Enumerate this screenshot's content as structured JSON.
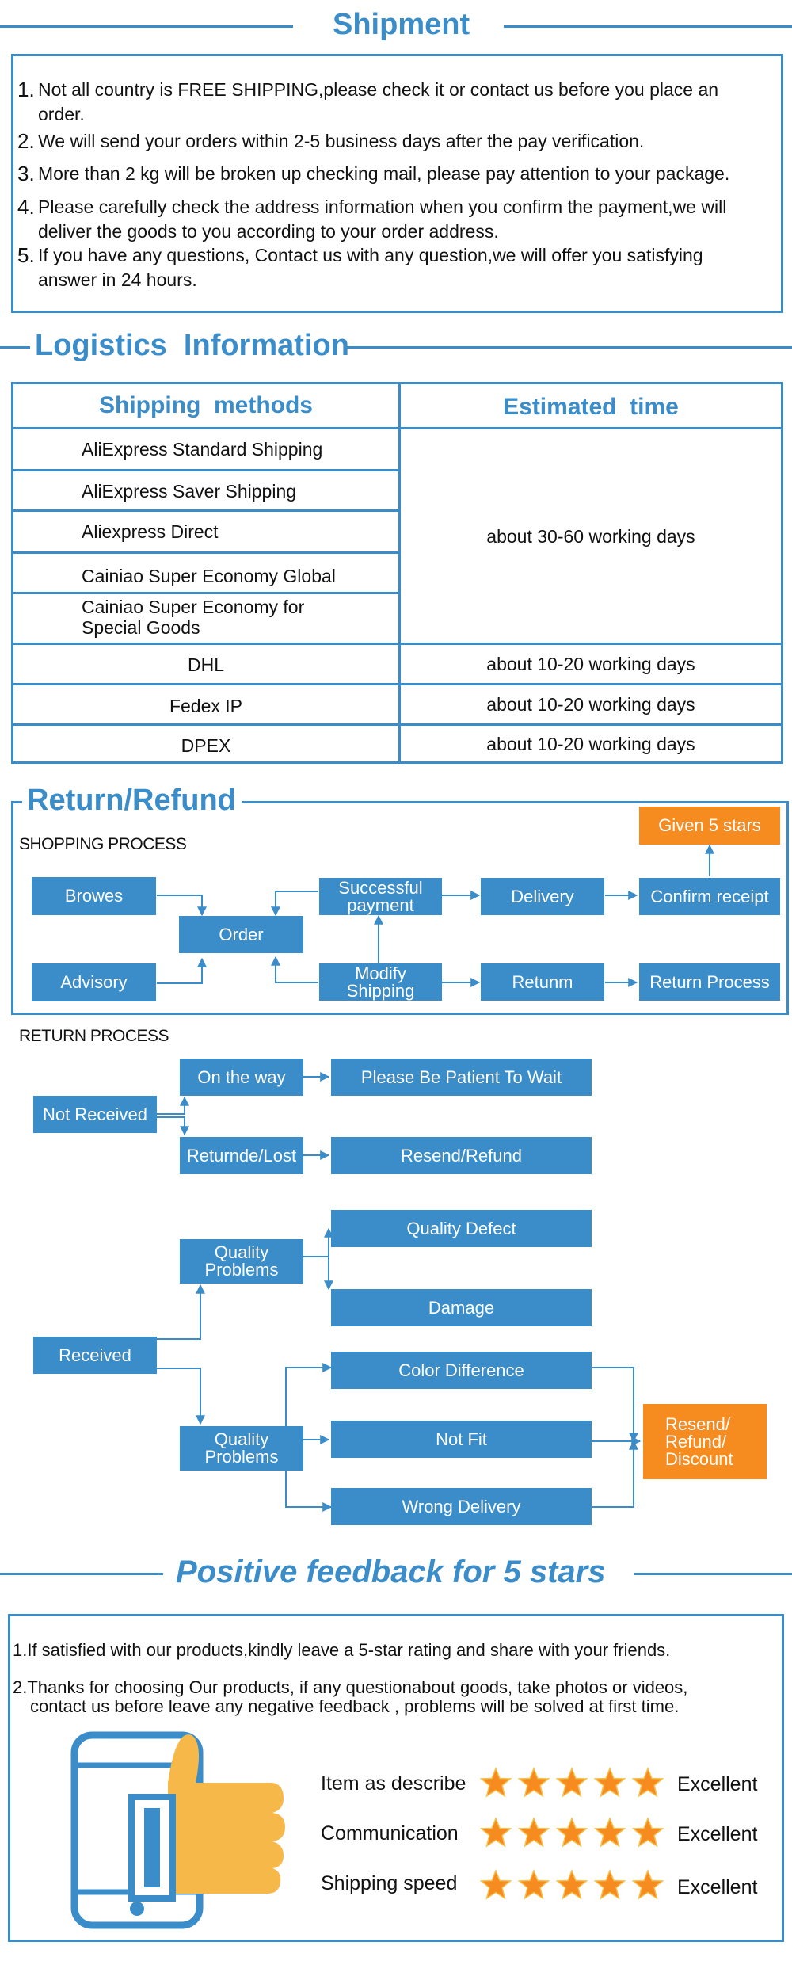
{
  "shipment": {
    "title": "Shipment",
    "items": [
      {
        "num": "1.",
        "text": "Not all country is FREE SHIPPING,please check it or contact us before you place an",
        "text2": "order."
      },
      {
        "num": "2.",
        "text": "We will send your orders within 2-5 business days after the pay verification.",
        "text2": ""
      },
      {
        "num": "3.",
        "text": "More than 2 kg will be broken up checking mail, please pay attention to your package.",
        "text2": ""
      },
      {
        "num": "4.",
        "text": "Please carefully check the address information when you confirm the payment,we will",
        "text2": "deliver the goods to you according to your order address."
      },
      {
        "num": "5.",
        "text": "If you have any questions, Contact us with any question,we will offer you satisfying",
        "text2": "answer in 24 hours."
      }
    ]
  },
  "logistics": {
    "title": "Logistics  Information",
    "headers": [
      "Shipping  methods",
      "Estimated  time"
    ],
    "methods": [
      "AliExpress Standard Shipping",
      "AliExpress Saver Shipping",
      "Aliexpress Direct",
      "Cainiao Super Economy Global",
      "Cainiao Super Economy for",
      "Special Goods"
    ],
    "group_time": "about 30-60 working days",
    "rows": [
      {
        "method": "DHL",
        "time": "about 10-20 working days"
      },
      {
        "method": "Fedex IP",
        "time": "about 10-20 working days"
      },
      {
        "method": "DPEX",
        "time": "about 10-20 working days"
      }
    ]
  },
  "refund": {
    "title": "Return/Refund",
    "shopping_label": "SHOPPING PROCESS",
    "given": "Given 5 stars",
    "browes": "Browes",
    "advisory": "Advisory",
    "order": "Order",
    "successful1": "Successful",
    "successful2": "payment",
    "modify1": "Modify",
    "modify2": "Shipping",
    "delivery": "Delivery",
    "retunm": "Retunm",
    "confirm": "Confirm receipt",
    "return_process": "Return Process",
    "return_label": "RETURN PROCESS",
    "not_received": "Not Received",
    "on_the_way": "On the way",
    "patient": "Please Be Patient To Wait",
    "returnde": "Returnde/Lost",
    "resend": "Resend/Refund",
    "received": "Received",
    "quality1": "Quality",
    "quality2": "Problems",
    "defect": "Quality Defect",
    "damage": "Damage",
    "color": "Color Difference",
    "notfit": "Not Fit",
    "wrong": "Wrong Delivery",
    "rrd1": "Resend/",
    "rrd2": "Refund/",
    "rrd3": "Discount"
  },
  "feedback": {
    "title": "Positive feedback for 5 stars",
    "line1": "1.If satisfied with our products,kindly leave a 5-star rating and share with your friends.",
    "line2": "2.Thanks for choosing Our products, if any questionabout goods, take photos or videos,",
    "line3": "contact us before leave any negative feedback , problems will be solved at first time.",
    "ratings": [
      {
        "label": "Item as describe",
        "value": "Excellent",
        "stars": 5
      },
      {
        "label": "Communication",
        "value": "Excellent",
        "stars": 5
      },
      {
        "label": "Shipping speed",
        "value": "Excellent",
        "stars": 5
      }
    ]
  },
  "colors": {
    "accent": "#3a8dc8",
    "orange": "#f68b1f",
    "thumb": "#f7b84a"
  }
}
